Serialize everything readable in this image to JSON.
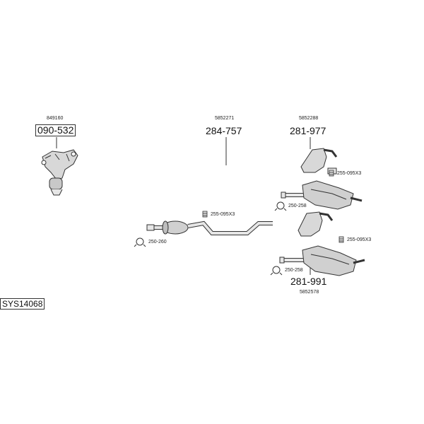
{
  "diagram": {
    "system_code": "SYS14068",
    "assemblies": [
      {
        "id": "manifold",
        "ref": "849160",
        "part": "090-532"
      },
      {
        "id": "middle-pipe",
        "ref": "5852271",
        "part": "284-757"
      },
      {
        "id": "rear-upper",
        "ref": "5852288",
        "part": "281-977"
      },
      {
        "id": "rear-lower",
        "ref": "5852578",
        "part": "281-991"
      }
    ],
    "accessories": {
      "mount_mid": "255-095X3",
      "clamp_mid": "250-260",
      "mount_upper": "255-095X3",
      "clamp_upper": "250-258",
      "mount_lower": "255-095X3",
      "clamp_lower": "250-258"
    },
    "colors": {
      "line": "#333333",
      "fill_light": "#e6e6e6",
      "fill_mid": "#c8c8c8"
    }
  }
}
